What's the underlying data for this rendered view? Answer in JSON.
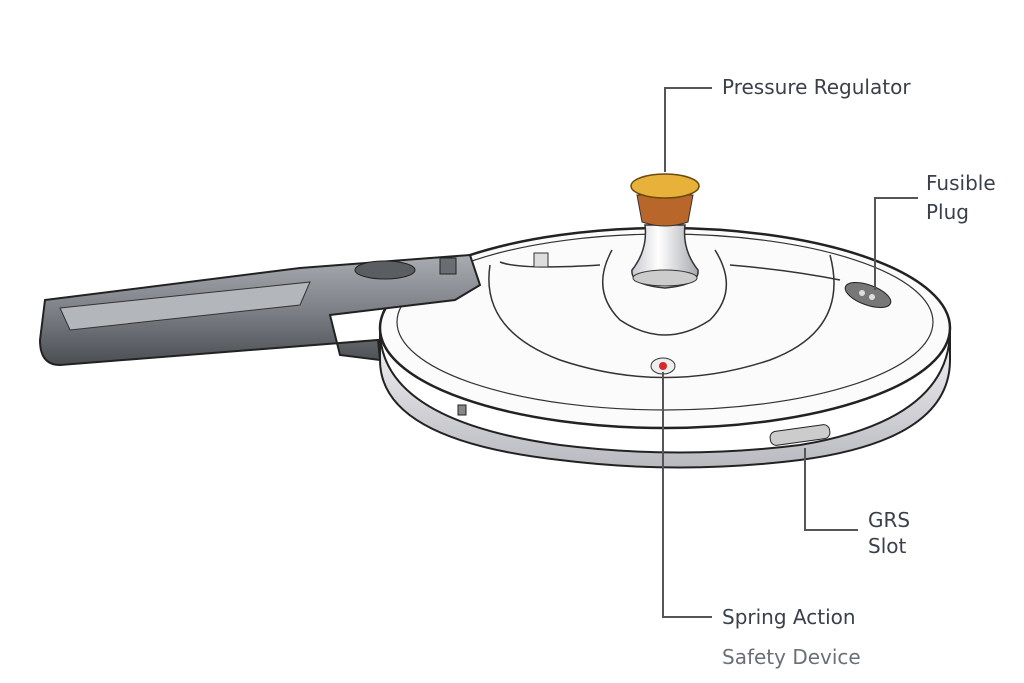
{
  "labels": {
    "pressure_regulator": "Pressure Regulator",
    "fusible_plug_line1": "Fusible",
    "fusible_plug_line2": "Plug",
    "grs_slot_line1": "GRS",
    "grs_slot_line2": "Slot",
    "spring_action_line1": "Spring Action",
    "spring_action_line2": "Safety Device"
  },
  "colors": {
    "regulator_cap": "#e8b23a",
    "regulator_band": "#b8662a",
    "safety_dot": "#d8282a",
    "leader_line": "#555555",
    "handle": "#8a8d92"
  }
}
